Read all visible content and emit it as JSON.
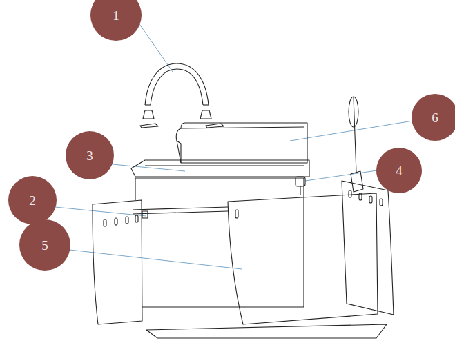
{
  "diagram": {
    "nodes": [
      {
        "text": [
          "1"
        ]
      },
      {
        "text": [
          "6"
        ]
      },
      {
        "text": [
          "3"
        ]
      },
      {
        "text": [
          "4"
        ]
      },
      {
        "text": [
          "2"
        ]
      },
      {
        "text": [
          "5"
        ]
      }
    ]
  }
}
